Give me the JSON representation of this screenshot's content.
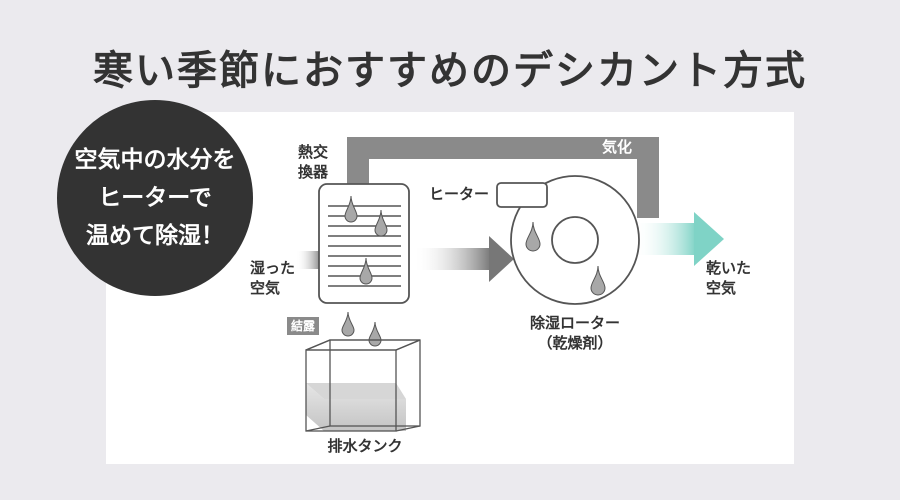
{
  "title": "寒い季節におすすめのデシカント方式",
  "bubble": {
    "lines": [
      "空気中の水分を",
      "ヒーターで",
      "温めて除湿！"
    ]
  },
  "labels": {
    "heat_exchanger": [
      "熱交",
      "換器"
    ],
    "vaporize": "気化",
    "heater": "ヒーター",
    "humid_air": [
      "湿った",
      "空気"
    ],
    "dry_air": [
      "乾いた",
      "空気"
    ],
    "condensation": "結露",
    "rotor": [
      "除湿ローター",
      "（乾燥剤）"
    ],
    "tank": "排水タンク"
  },
  "colors": {
    "background": "#ebeaee",
    "panel": "#ffffff",
    "dark": "#333333",
    "flow_gray": "#8a8a8a",
    "dry_air_teal": "#7fd3c6"
  }
}
